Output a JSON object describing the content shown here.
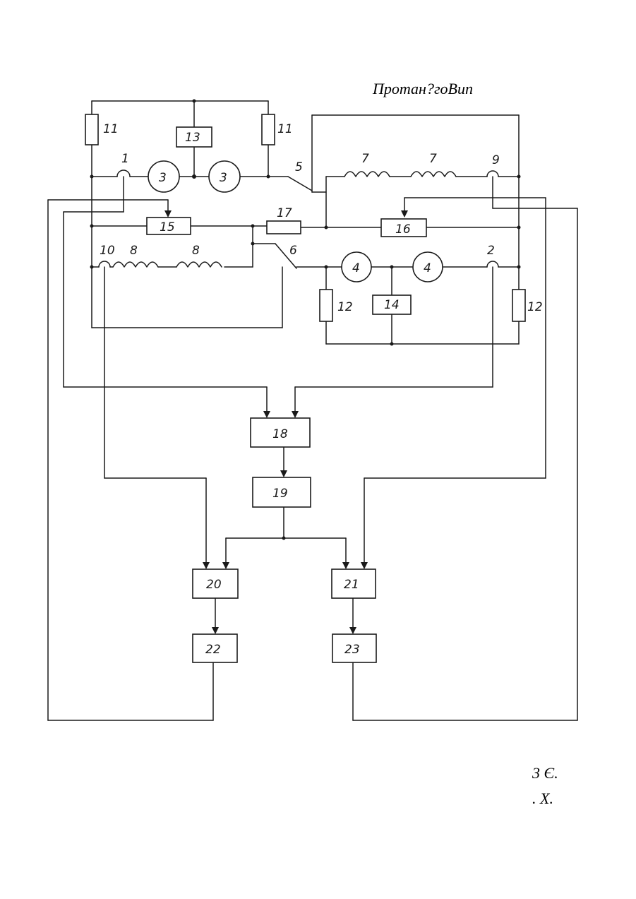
{
  "caption": "Протан?гоВип",
  "footer": {
    "line1": "3 Є.",
    "line2": ". Х."
  },
  "labels": {
    "n1": "1",
    "n2": "2",
    "n3": "3",
    "n4": "4",
    "n5": "5",
    "n6": "6",
    "n7": "7",
    "n8": "8",
    "n9": "9",
    "n10": "10",
    "n11": "11",
    "n12": "12",
    "n13": "13",
    "n14": "14",
    "n15": "15",
    "n16": "16",
    "n17": "17",
    "n18": "18",
    "n19": "19",
    "n20": "20",
    "n21": "21",
    "n22": "22",
    "n23": "23"
  },
  "colors": {
    "ink": "#1a1a1a",
    "paper": "#ffffff"
  }
}
